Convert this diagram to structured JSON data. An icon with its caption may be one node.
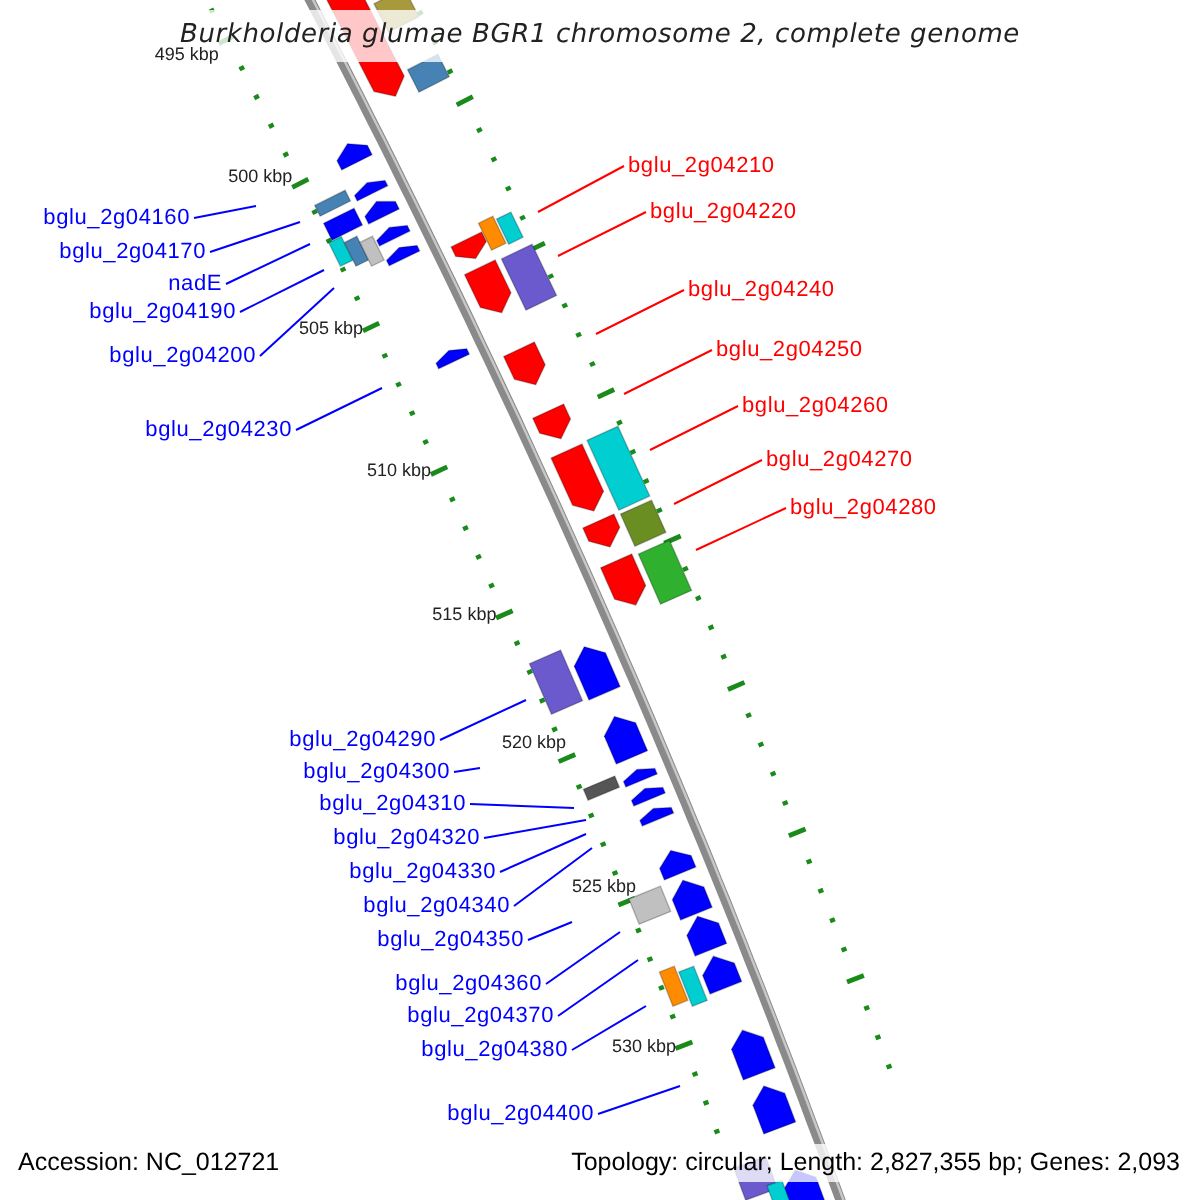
{
  "diagram": {
    "title": "Burkholderia glumae BGR1 chromosome 2, complete genome",
    "nodes": [
      {
        "text": [
          "bglu_2g04160"
        ]
      },
      {
        "text": [
          "bglu_2g04170"
        ]
      },
      {
        "text": [
          "nadE"
        ]
      },
      {
        "text": [
          "bglu_2g04190"
        ]
      },
      {
        "text": [
          "bglu_2g04200"
        ]
      },
      {
        "text": [
          "bglu_2g04210"
        ]
      },
      {
        "text": [
          "bglu_2g04220"
        ]
      },
      {
        "text": [
          "bglu_2g04230"
        ]
      },
      {
        "text": [
          "bglu_2g04240"
        ]
      },
      {
        "text": [
          "bglu_2g04250"
        ]
      },
      {
        "text": [
          "bglu_2g04260"
        ]
      },
      {
        "text": [
          "bglu_2g04270"
        ]
      },
      {
        "text": [
          "bglu_2g04280"
        ]
      },
      {
        "text": [
          "bglu_2g04290"
        ]
      },
      {
        "text": [
          "bglu_2g04300"
        ]
      },
      {
        "text": [
          "bglu_2g04310"
        ]
      },
      {
        "text": [
          "bglu_2g04320"
        ]
      },
      {
        "text": [
          "bglu_2g04330"
        ]
      },
      {
        "text": [
          "bglu_2g04340"
        ]
      },
      {
        "text": [
          "bglu_2g04350"
        ]
      },
      {
        "text": [
          "bglu_2g04360"
        ]
      },
      {
        "text": [
          "bglu_2g04370"
        ]
      },
      {
        "text": [
          "bglu_2g04380"
        ]
      },
      {
        "text": [
          "bglu_2g04400"
        ]
      }
    ],
    "edges": [
      {
        "from": 0,
        "to": null,
        "arrow": "none"
      },
      {
        "from": 1,
        "to": null,
        "arrow": "none"
      },
      {
        "from": 2,
        "to": null,
        "arrow": "none"
      },
      {
        "from": 3,
        "to": null,
        "arrow": "none"
      },
      {
        "from": 4,
        "to": null,
        "arrow": "none"
      },
      {
        "from": 5,
        "to": null,
        "arrow": "none",
        "color": "#ff0000"
      },
      {
        "from": 6,
        "to": null,
        "arrow": "none",
        "color": "#ff0000"
      },
      {
        "from": 7,
        "to": null,
        "arrow": "none"
      },
      {
        "from": 8,
        "to": null,
        "arrow": "none",
        "color": "#ff0000"
      },
      {
        "from": 9,
        "to": null,
        "arrow": "none",
        "color": "#ff0000"
      },
      {
        "from": 10,
        "to": null,
        "arrow": "none",
        "color": "#ff0000"
      },
      {
        "from": 11,
        "to": null,
        "arrow": "none",
        "color": "#ff0000"
      },
      {
        "from": 12,
        "to": null,
        "arrow": "none",
        "color": "#ff0000"
      },
      {
        "from": 13,
        "to": null,
        "arrow": "none"
      },
      {
        "from": 14,
        "to": null,
        "arrow": "none"
      },
      {
        "from": 15,
        "to": null,
        "arrow": "none"
      },
      {
        "from": 16,
        "to": null,
        "arrow": "none"
      },
      {
        "from": 17,
        "to": null,
        "arrow": "none"
      },
      {
        "from": 18,
        "to": null,
        "arrow": "none"
      },
      {
        "from": 19,
        "to": null,
        "arrow": "none"
      },
      {
        "from": 20,
        "to": null,
        "arrow": "none"
      },
      {
        "from": 21,
        "to": null,
        "arrow": "none"
      },
      {
        "from": 22,
        "to": null,
        "arrow": "none"
      },
      {
        "from": 23,
        "to": null,
        "arrow": "none"
      }
    ],
    "labels": [
      "495 kbp",
      "500 kbp",
      "505 kbp",
      "510 kbp",
      "515 kbp",
      "520 kbp",
      "525 kbp",
      "530 kbp",
      "Accession: NC_012721",
      "Topology: circular; Length: 2,827,355 bp; Genes: 2,093"
    ]
  }
}
